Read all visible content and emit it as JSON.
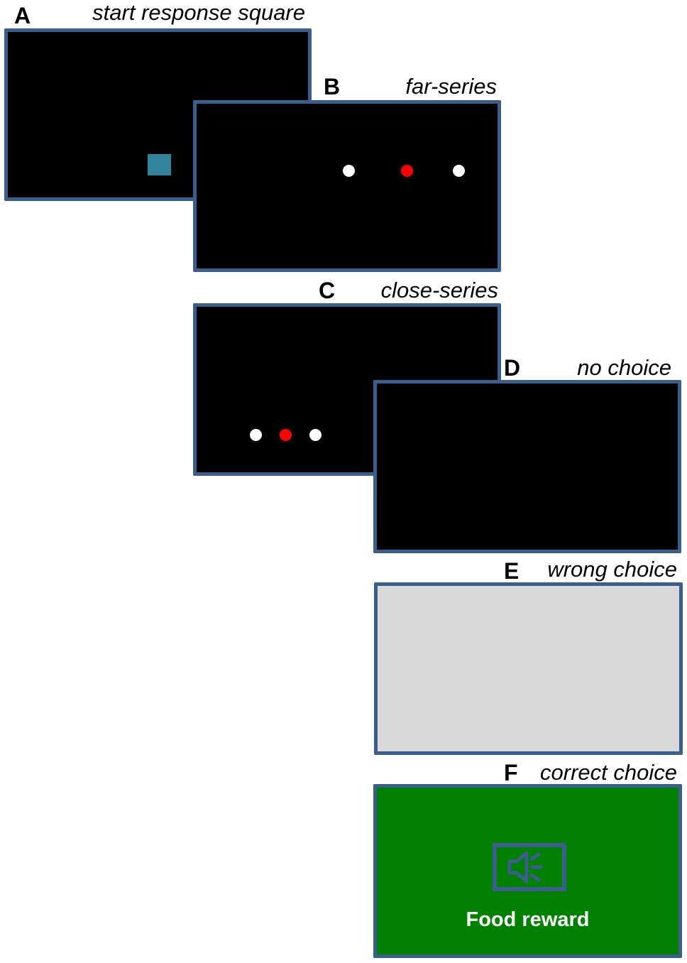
{
  "panels": [
    {
      "letter": "A",
      "caption": "start response square"
    },
    {
      "letter": "B",
      "caption": "far-series"
    },
    {
      "letter": "C",
      "caption": "close-series"
    },
    {
      "letter": "D",
      "caption": "no choice"
    },
    {
      "letter": "E",
      "caption": "wrong choice"
    },
    {
      "letter": "F",
      "caption": "correct choice",
      "reward_label": "Food reward"
    }
  ],
  "colors": {
    "frame_border": "#3b5e8c",
    "screen_dark": "#000000",
    "screen_wrong": "#d9d9d9",
    "screen_correct": "#008000",
    "start_square": "#31849b",
    "dot_white": "#ffffff",
    "dot_red": "#ff0000"
  },
  "icons": {
    "reward_icon": "speaker-icon"
  }
}
